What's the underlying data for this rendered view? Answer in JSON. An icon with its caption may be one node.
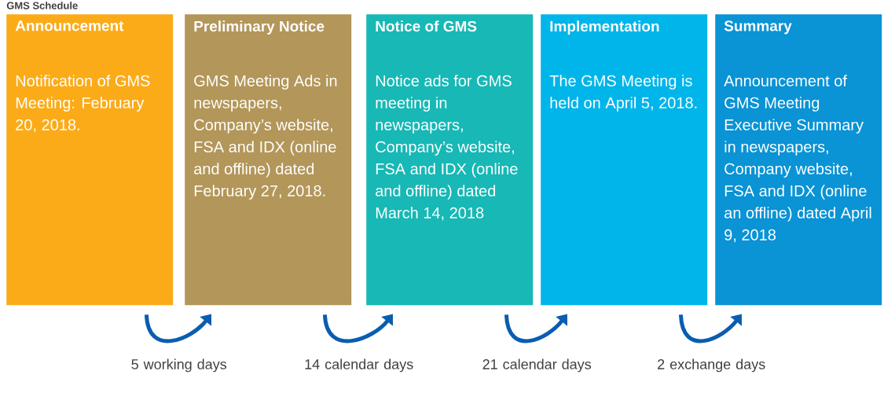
{
  "diagram": {
    "title": "GMS Schedule",
    "nodes": [
      {
        "text": [
          "Announcement",
          "Notification of GMS Meeting: February 20, 2018."
        ]
      },
      {
        "text": [
          "Preliminary Notice",
          "GMS Meeting Ads in newspapers, Company’s website, FSA and IDX (online and offline) dated February 27, 2018."
        ]
      },
      {
        "text": [
          "Notice of GMS",
          "Notice ads for GMS meeting in newspapers, Company’s website, FSA and IDX (online and offline) dated March 14, 2018"
        ]
      },
      {
        "text": [
          "Implementation",
          "The GMS Meeting is held on April 5, 2018."
        ]
      },
      {
        "text": [
          "Summary",
          "Announcement of GMS Meeting Executive Summary in newspapers, Company website, FSA and IDX (online an offline) dated April 9, 2018"
        ]
      }
    ],
    "edges": [
      {
        "from": 0,
        "to": 1,
        "arrow": "to",
        "label": "5 working days"
      },
      {
        "from": 1,
        "to": 2,
        "arrow": "to",
        "label": "14 calendar days"
      },
      {
        "from": 2,
        "to": 3,
        "arrow": "to",
        "label": "21 calendar days"
      },
      {
        "from": 3,
        "to": 4,
        "arrow": "to",
        "label": "2 exchange days"
      }
    ]
  }
}
